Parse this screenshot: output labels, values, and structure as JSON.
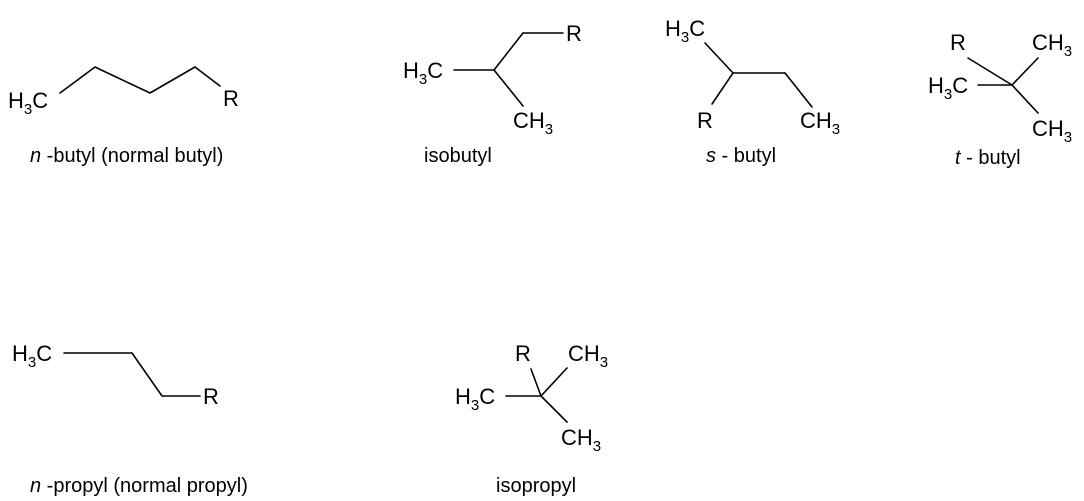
{
  "labels": {
    "h3c": {
      "main": "H",
      "sub": "3",
      "tail": "C"
    },
    "ch3": {
      "main": "CH",
      "sub": "3"
    },
    "r": "R"
  },
  "structures": [
    {
      "id": "n-butyl",
      "prefix": "n",
      "rest": " -butyl (normal butyl)"
    },
    {
      "id": "isobutyl",
      "prefix": "",
      "rest": "isobutyl"
    },
    {
      "id": "s-butyl",
      "prefix": "s",
      "rest": " - butyl"
    },
    {
      "id": "t-butyl",
      "prefix": "t",
      "rest": " - butyl"
    },
    {
      "id": "n-propyl",
      "prefix": "n",
      "rest": " -propyl (normal propyl)"
    },
    {
      "id": "isopropyl",
      "prefix": "",
      "rest": "isopropyl"
    }
  ]
}
